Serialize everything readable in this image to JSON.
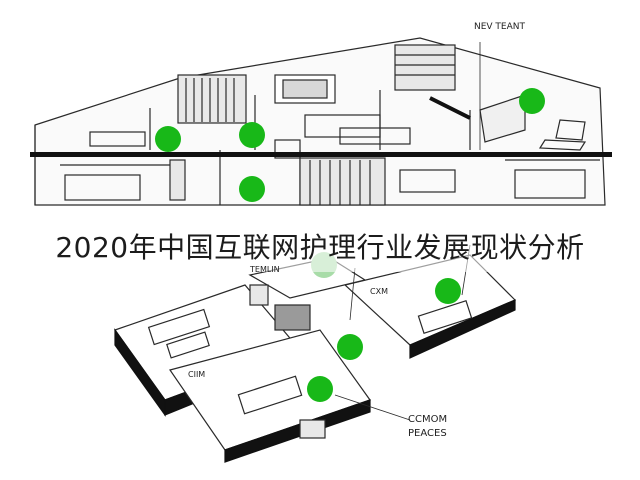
{
  "title": "2020年中国互联网护理行业发展现状分析",
  "labels": {
    "top_right": "NEV TEANT",
    "center": "TEMLIN",
    "room_right": "CXM",
    "room_left": "CIIM",
    "bottom_right_line1": "CCMOM",
    "bottom_right_line2": "PEACES"
  },
  "colors": {
    "marker": "#18b818",
    "marker_faded": "#a8dca8",
    "line": "#2a2a2a",
    "divider": "#111111",
    "floor": "#ffffff"
  },
  "marker_count": 8
}
